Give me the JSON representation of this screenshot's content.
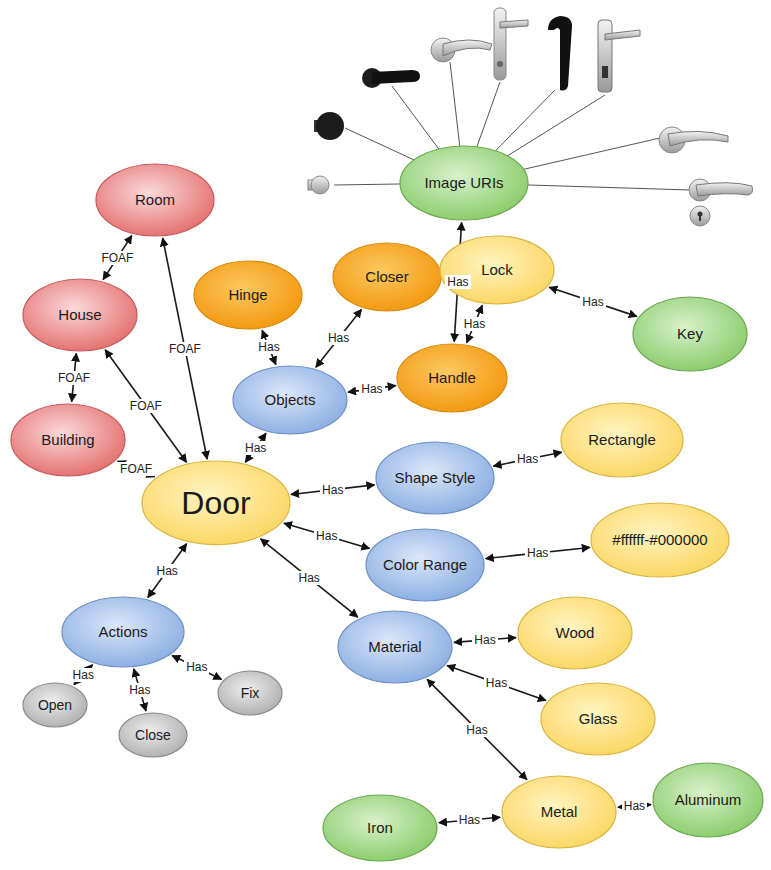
{
  "diagram": {
    "nodes": [
      {
        "text": [
          "Room"
        ]
      },
      {
        "text": [
          "House"
        ]
      },
      {
        "text": [
          "Building"
        ]
      },
      {
        "text": [
          "Door"
        ]
      },
      {
        "text": [
          "Actions"
        ]
      },
      {
        "text": [
          "Open"
        ]
      },
      {
        "text": [
          "Close"
        ]
      },
      {
        "text": [
          "Fix"
        ]
      },
      {
        "text": [
          "Objects"
        ]
      },
      {
        "text": [
          "Hinge"
        ]
      },
      {
        "text": [
          "Closer"
        ]
      },
      {
        "text": [
          "Handle"
        ]
      },
      {
        "text": [
          "Lock"
        ]
      },
      {
        "text": [
          "Key"
        ]
      },
      {
        "text": [
          "Image URIs"
        ]
      },
      {
        "text": [
          "Shape Style"
        ]
      },
      {
        "text": [
          "Rectangle"
        ]
      },
      {
        "text": [
          "Color Range"
        ]
      },
      {
        "text": [
          "#ffffff-#000000"
        ]
      },
      {
        "text": [
          "Material"
        ]
      },
      {
        "text": [
          "Wood"
        ]
      },
      {
        "text": [
          "Glass"
        ]
      },
      {
        "text": [
          "Metal"
        ]
      },
      {
        "text": [
          "Iron"
        ]
      },
      {
        "text": [
          "Aluminum"
        ]
      }
    ],
    "edges": [
      {
        "from": 0,
        "to": 1,
        "label": "FOAF",
        "arrow": "both"
      },
      {
        "from": 1,
        "to": 2,
        "label": "FOAF",
        "arrow": "both"
      },
      {
        "from": 1,
        "to": 3,
        "label": "FOAF",
        "arrow": "both"
      },
      {
        "from": 0,
        "to": 3,
        "label": "FOAF",
        "arrow": "both"
      },
      {
        "from": 2,
        "to": 3,
        "label": "FOAF",
        "arrow": "both"
      },
      {
        "from": 3,
        "to": 8,
        "label": "Has",
        "arrow": "both"
      },
      {
        "from": 8,
        "to": 9,
        "label": "Has",
        "arrow": "both"
      },
      {
        "from": 8,
        "to": 10,
        "label": "Has",
        "arrow": "both"
      },
      {
        "from": 8,
        "to": 11,
        "label": "Has",
        "arrow": "both"
      },
      {
        "from": 11,
        "to": 14,
        "label": "Has",
        "arrow": "both"
      },
      {
        "from": 11,
        "to": 12,
        "label": "Has",
        "arrow": "both"
      },
      {
        "from": 12,
        "to": 13,
        "label": "Has",
        "arrow": "both"
      },
      {
        "from": 3,
        "to": 15,
        "label": "Has",
        "arrow": "both"
      },
      {
        "from": 15,
        "to": 16,
        "label": "Has",
        "arrow": "both"
      },
      {
        "from": 3,
        "to": 17,
        "label": "Has",
        "arrow": "both"
      },
      {
        "from": 17,
        "to": 18,
        "label": "Has",
        "arrow": "both"
      },
      {
        "from": 3,
        "to": 19,
        "label": "Has",
        "arrow": "both"
      },
      {
        "from": 19,
        "to": 20,
        "label": "Has",
        "arrow": "both"
      },
      {
        "from": 19,
        "to": 21,
        "label": "Has",
        "arrow": "both"
      },
      {
        "from": 19,
        "to": 22,
        "label": "Has",
        "arrow": "both"
      },
      {
        "from": 22,
        "to": 23,
        "label": "Has",
        "arrow": "both"
      },
      {
        "from": 22,
        "to": 24,
        "label": "Has",
        "arrow": "both"
      },
      {
        "from": 4,
        "to": 3,
        "label": "Has",
        "arrow": "both"
      },
      {
        "from": 4,
        "to": 5,
        "label": "Has",
        "arrow": "both"
      },
      {
        "from": 4,
        "to": 6,
        "label": "Has",
        "arrow": "both"
      },
      {
        "from": 4,
        "to": 7,
        "label": "Has",
        "arrow": "both"
      }
    ]
  }
}
